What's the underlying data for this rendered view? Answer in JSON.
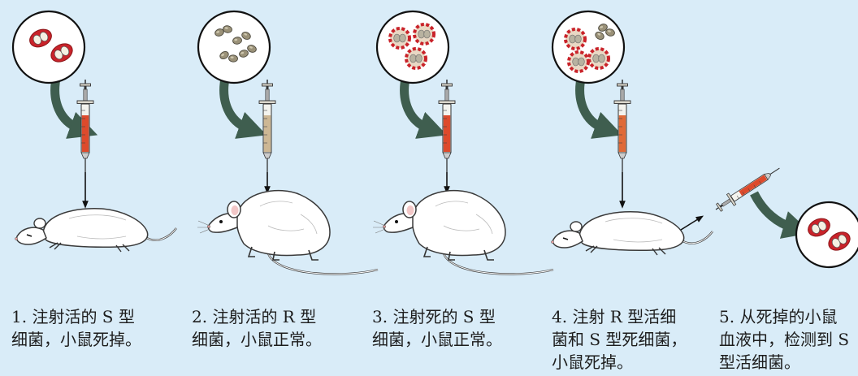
{
  "steps": [
    {
      "lines": [
        "1. 注射活的 S 型",
        "细菌，小鼠死掉。"
      ],
      "bacteria": "S-live",
      "liquid": "#dd4a2c",
      "mouse": "dead"
    },
    {
      "lines": [
        "2. 注射活的 R 型",
        "细菌，小鼠正常。"
      ],
      "bacteria": "R-live",
      "liquid": "#cdb794",
      "mouse": "alive"
    },
    {
      "lines": [
        "3. 注射死的 S 型",
        "细菌，小鼠正常。"
      ],
      "bacteria": "S-dead",
      "liquid": "#dd4a2c",
      "mouse": "alive"
    },
    {
      "lines": [
        "4. 注射 R 型活细",
        "菌和 S 型死细菌，",
        "小鼠死掉。"
      ],
      "bacteria": "R-live+S-dead",
      "liquid": "#e06a38",
      "mouse": "dead"
    },
    {
      "lines": [
        "5. 从死掉的小鼠",
        "血液中，检测到 S",
        "型活细菌。"
      ],
      "bacteria": "S-live",
      "liquid": "#dd4a2c",
      "mouse": "none"
    }
  ],
  "colors": {
    "background": "#d9ecf8",
    "capsule_red": "#c9232a",
    "r_cell": "#9a9178",
    "arrow_green": "#3f5e4f"
  }
}
